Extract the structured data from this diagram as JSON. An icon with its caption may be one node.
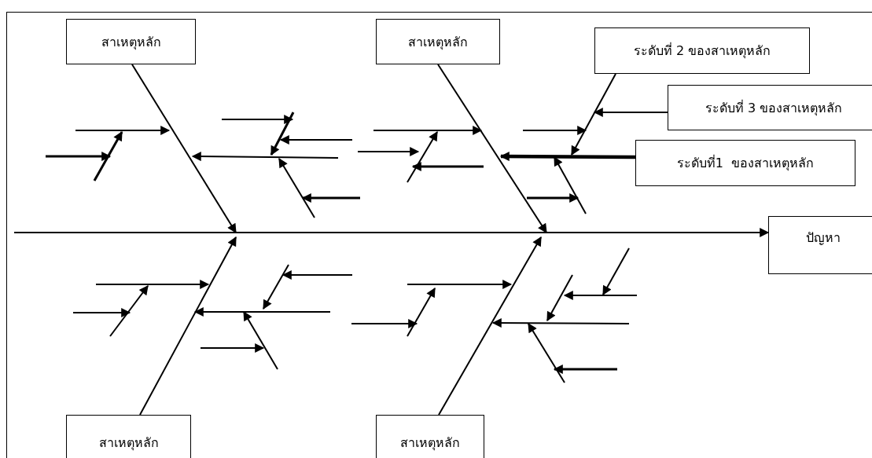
{
  "diagram": {
    "nodes": [
      {
        "text": [
          "สาเหตุหลัก"
        ]
      },
      {
        "text": [
          "สาเหตุหลัก"
        ]
      },
      {
        "text": [
          "ระดับที่ 2 ของสาเหตุหลัก"
        ]
      },
      {
        "text": [
          "ระดับที่ 3 ของสาเหตุหลัก"
        ]
      },
      {
        "text": [
          "ระดับที่1  ของสาเหตุหลัก"
        ]
      },
      {
        "text": [
          "ปัญหา"
        ]
      },
      {
        "text": [
          "สาเหตุหลัก"
        ]
      },
      {
        "text": [
          "สาเหตุหลัก"
        ]
      }
    ],
    "edges": [
      {
        "from": null,
        "to": 5,
        "arrow": "to"
      },
      {
        "from": 0,
        "to": null,
        "arrow": "to"
      },
      {
        "from": 1,
        "to": null,
        "arrow": "to"
      },
      {
        "from": 6,
        "to": null,
        "arrow": "to"
      },
      {
        "from": 7,
        "to": null,
        "arrow": "to"
      },
      {
        "from": 4,
        "to": null,
        "arrow": "to",
        "style": "thick"
      },
      {
        "from": 2,
        "to": null,
        "arrow": "to"
      },
      {
        "from": 3,
        "to": null,
        "arrow": "to"
      }
    ]
  }
}
